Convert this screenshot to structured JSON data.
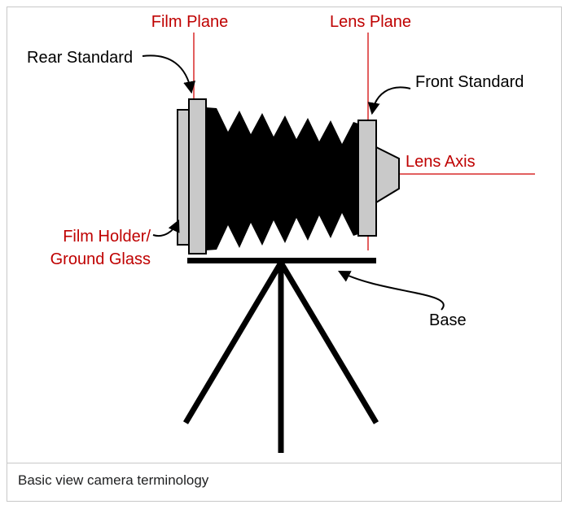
{
  "figure": {
    "caption": "Basic view camera terminology"
  },
  "labels": {
    "film_plane": "Film Plane",
    "lens_plane": "Lens Plane",
    "rear_standard": "Rear Standard",
    "front_standard": "Front Standard",
    "lens_axis": "Lens Axis",
    "film_holder_line1": "Film Holder/",
    "film_holder_line2": "Ground Glass",
    "base": "Base"
  },
  "colors": {
    "red_text": "#bf0000",
    "red_line": "#e25f5f",
    "black": "#000000",
    "standard_fill": "#c9c9c9",
    "frame_border": "#c8c8c8",
    "caption_text": "#202122"
  }
}
